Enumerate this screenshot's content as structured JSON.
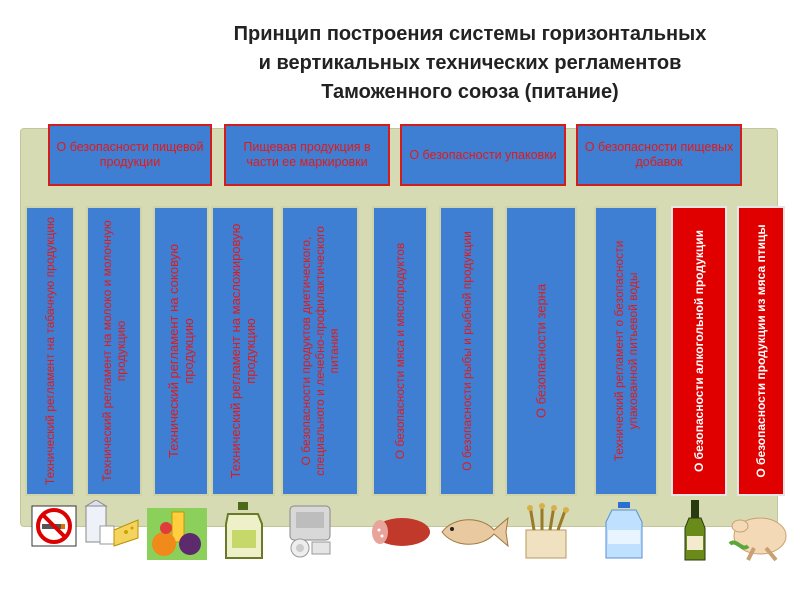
{
  "title": {
    "line1": "Принцип построения системы горизонтальных",
    "line2": "и вертикальных технических регламентов",
    "line3": "Таможенного союза (питание)"
  },
  "horizontal": [
    "О безопасности пищевой продукции",
    "Пищевая продукция в части ее маркировки",
    "О безопасности упаковки",
    "О безопасности пищевых добавок"
  ],
  "vertical": [
    "Технический регламент на табачную продукцию",
    "Технический регламент на молоко и молочную продукцию",
    "Технический регламент на соковую продукцию",
    "Технический регламент на масложировую продукцию",
    "О безопасности продуктов диетического, специального и лечебно-профилактического питания",
    "О безопасности мяса и мясопродуктов",
    "О безопасности рыбы и рыбной продукции",
    "О безопасности зерна",
    "Технический регламент о безопасности упакованной питьевой воды",
    "О безопасности алкогольной продукции",
    "О безопасности продукции из мяса птицы"
  ],
  "colors": {
    "blue_box": "#3f7fd3",
    "red_box": "#e00000",
    "red_text": "#e01a1a",
    "panel": "#d7dbb3"
  },
  "icons": [
    "no-smoking-icon",
    "milk-dairy-icon",
    "juice-fruit-icon",
    "oil-canister-icon",
    "diet-food-icon",
    "sausage-icon",
    "fish-icon",
    "grain-icon",
    "water-bottle-icon",
    "wine-bottle-icon",
    "chicken-icon"
  ]
}
